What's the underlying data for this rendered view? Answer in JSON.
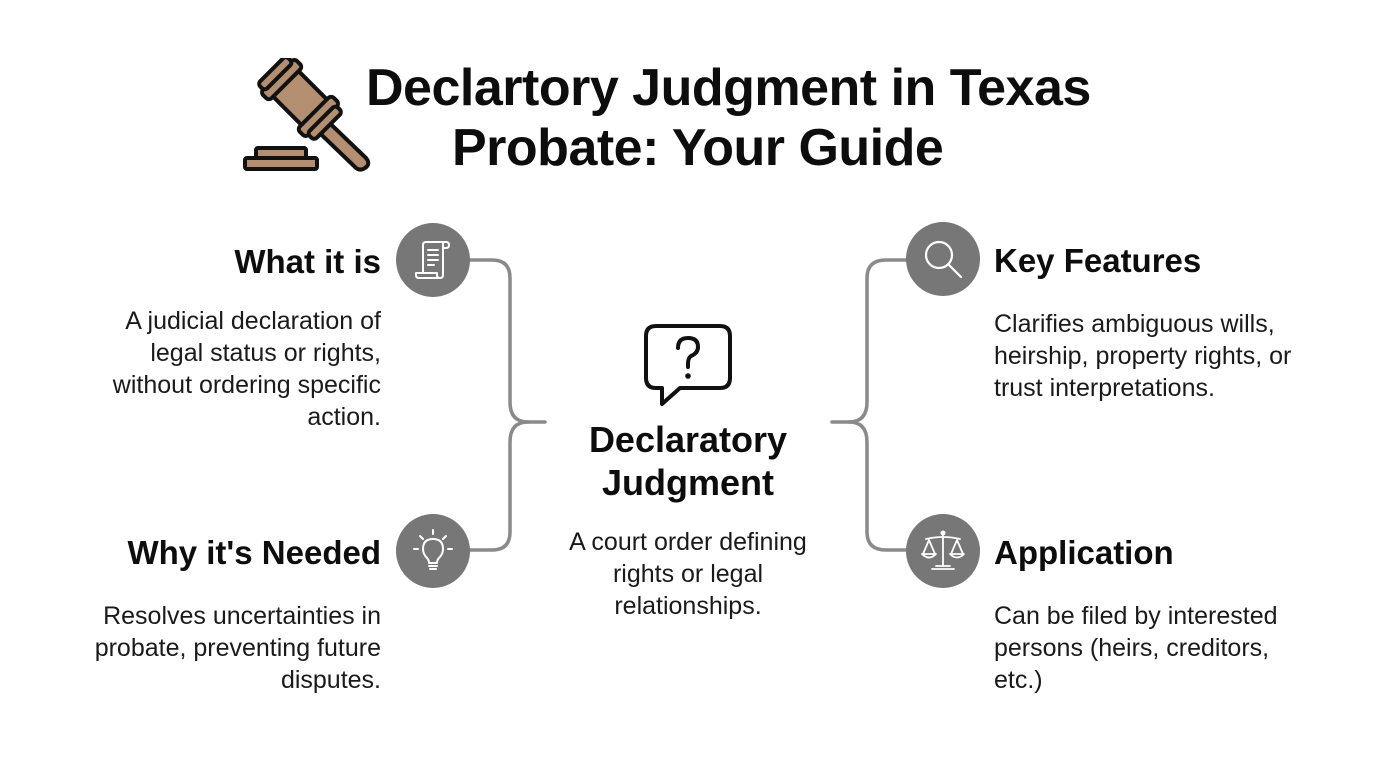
{
  "header": {
    "title_line1": "Declartory Judgment in Texas",
    "title_line2": "Probate: Your Guide",
    "icon": "gavel-icon",
    "icon_color": "#B38E70"
  },
  "center": {
    "icon": "question-speech-bubble-icon",
    "title_line1": "Declaratory",
    "title_line2": "Judgment",
    "description_lines": [
      "A court order defining",
      "rights or legal",
      "relationships."
    ]
  },
  "nodes": [
    {
      "id": "what-it-is",
      "side": "left",
      "icon": "scroll-document-icon",
      "heading": "What it is",
      "description_lines": [
        "A judicial declaration of",
        "legal status or rights,",
        "without ordering specific",
        "action."
      ]
    },
    {
      "id": "why-its-needed",
      "side": "left",
      "icon": "lightbulb-icon",
      "heading": "Why it's Needed",
      "description_lines": [
        "Resolves uncertainties in",
        "probate, preventing future",
        "disputes."
      ]
    },
    {
      "id": "key-features",
      "side": "right",
      "icon": "magnifying-glass-icon",
      "heading": "Key Features",
      "description_lines": [
        "Clarifies ambiguous wills,",
        "heirship, property rights, or",
        "trust interpretations."
      ]
    },
    {
      "id": "application",
      "side": "right",
      "icon": "scales-of-justice-icon",
      "heading": "Application",
      "description_lines": [
        "Can be filed by interested",
        "persons (heirs, creditors,",
        "etc.)"
      ]
    }
  ],
  "colors": {
    "circle_fill": "#777777",
    "connector": "#8A8A8A",
    "text": "#0D0D0D",
    "background": "#FFFFFF"
  }
}
